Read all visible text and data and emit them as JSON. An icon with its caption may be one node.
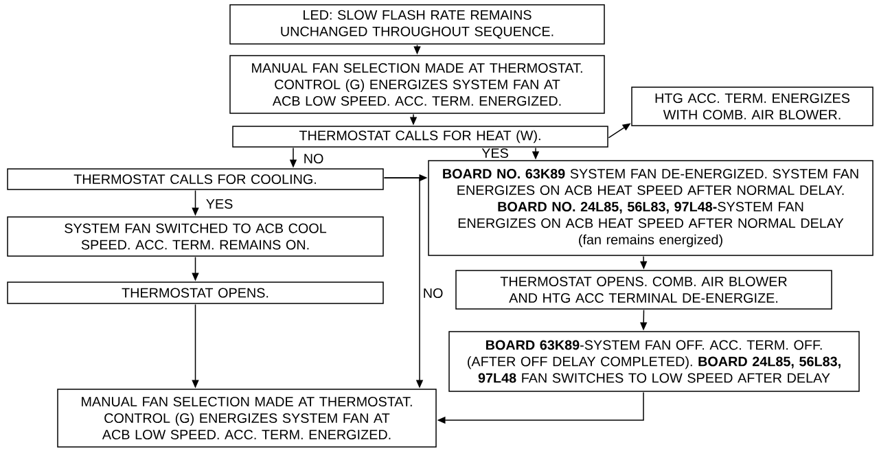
{
  "diagram": {
    "nodes": [
      {
        "text": [
          "LED: SLOW FLASH RATE REMAINS UNCHANGED THROUGHOUT SEQUENCE."
        ]
      },
      {
        "text": [
          "MANUAL FAN SELECTION MADE AT THERMOSTAT. CONTROL (G) ENERGIZES SYSTEM FAN AT ACB LOW SPEED. ACC. TERM. ENERGIZED."
        ]
      },
      {
        "text": [
          "THERMOSTAT CALLS FOR HEAT (W)."
        ]
      },
      {
        "text": [
          "HTG ACC. TERM. ENERGIZES WITH COMB. AIR BLOWER."
        ]
      },
      {
        "text": [
          "THERMOSTAT CALLS FOR COOLING."
        ]
      },
      {
        "text": [
          "**BOARD NO. 63K89** SYSTEM FAN DE-ENERGIZED. SYSTEM FAN ENERGIZES ON ACB HEAT SPEED AFTER NORMAL DELAY.",
          "**BOARD NO. 24L85, 56L83, 97L48-**SYSTEM FAN ENERGIZES ON ACB HEAT SPEED AFTER NORMAL DELAY",
          "(fan remains energized)"
        ]
      },
      {
        "text": [
          "SYSTEM FAN SWITCHED TO ACB COOL SPEED. ACC. TERM. REMAINS ON."
        ]
      },
      {
        "text": [
          "THERMOSTAT OPENS."
        ]
      },
      {
        "text": [
          "THERMOSTAT OPENS. COMB. AIR BLOWER AND HTG ACC TERMINAL DE-ENERGIZE."
        ]
      },
      {
        "text": [
          "**BOARD 63K89**-SYSTEM FAN OFF. ACC. TERM. OFF. (AFTER OFF DELAY COMPLETED). **BOARD 24L85, 56L83, 97L48** FAN SWITCHES TO LOW SPEED AFTER DELAY"
        ]
      },
      {
        "text": [
          "MANUAL FAN SELECTION MADE AT THERMOSTAT. CONTROL (G) ENERGIZES SYSTEM FAN AT ACB LOW SPEED. ACC. TERM. ENERGIZED."
        ]
      }
    ],
    "edges": [
      {
        "from": 0,
        "to": 1,
        "arrow": "to"
      },
      {
        "from": 1,
        "to": 2,
        "arrow": "to"
      },
      {
        "from": 2,
        "to": 3,
        "arrow": "to"
      },
      {
        "from": 2,
        "to": 4,
        "arrow": "to",
        "label": "NO"
      },
      {
        "from": 2,
        "to": 5,
        "arrow": "to",
        "label": "YES"
      },
      {
        "from": 4,
        "to": 5,
        "arrow": "to"
      },
      {
        "from": 4,
        "to": 10,
        "arrow": "to",
        "label": "NO"
      },
      {
        "from": 4,
        "to": 6,
        "arrow": "to",
        "label": "YES"
      },
      {
        "from": 6,
        "to": 7,
        "arrow": "to"
      },
      {
        "from": 7,
        "to": 10,
        "arrow": "to"
      },
      {
        "from": 5,
        "to": 8,
        "arrow": "to"
      },
      {
        "from": 8,
        "to": 9,
        "arrow": "to"
      },
      {
        "from": 9,
        "to": 10,
        "arrow": "to"
      }
    ]
  }
}
